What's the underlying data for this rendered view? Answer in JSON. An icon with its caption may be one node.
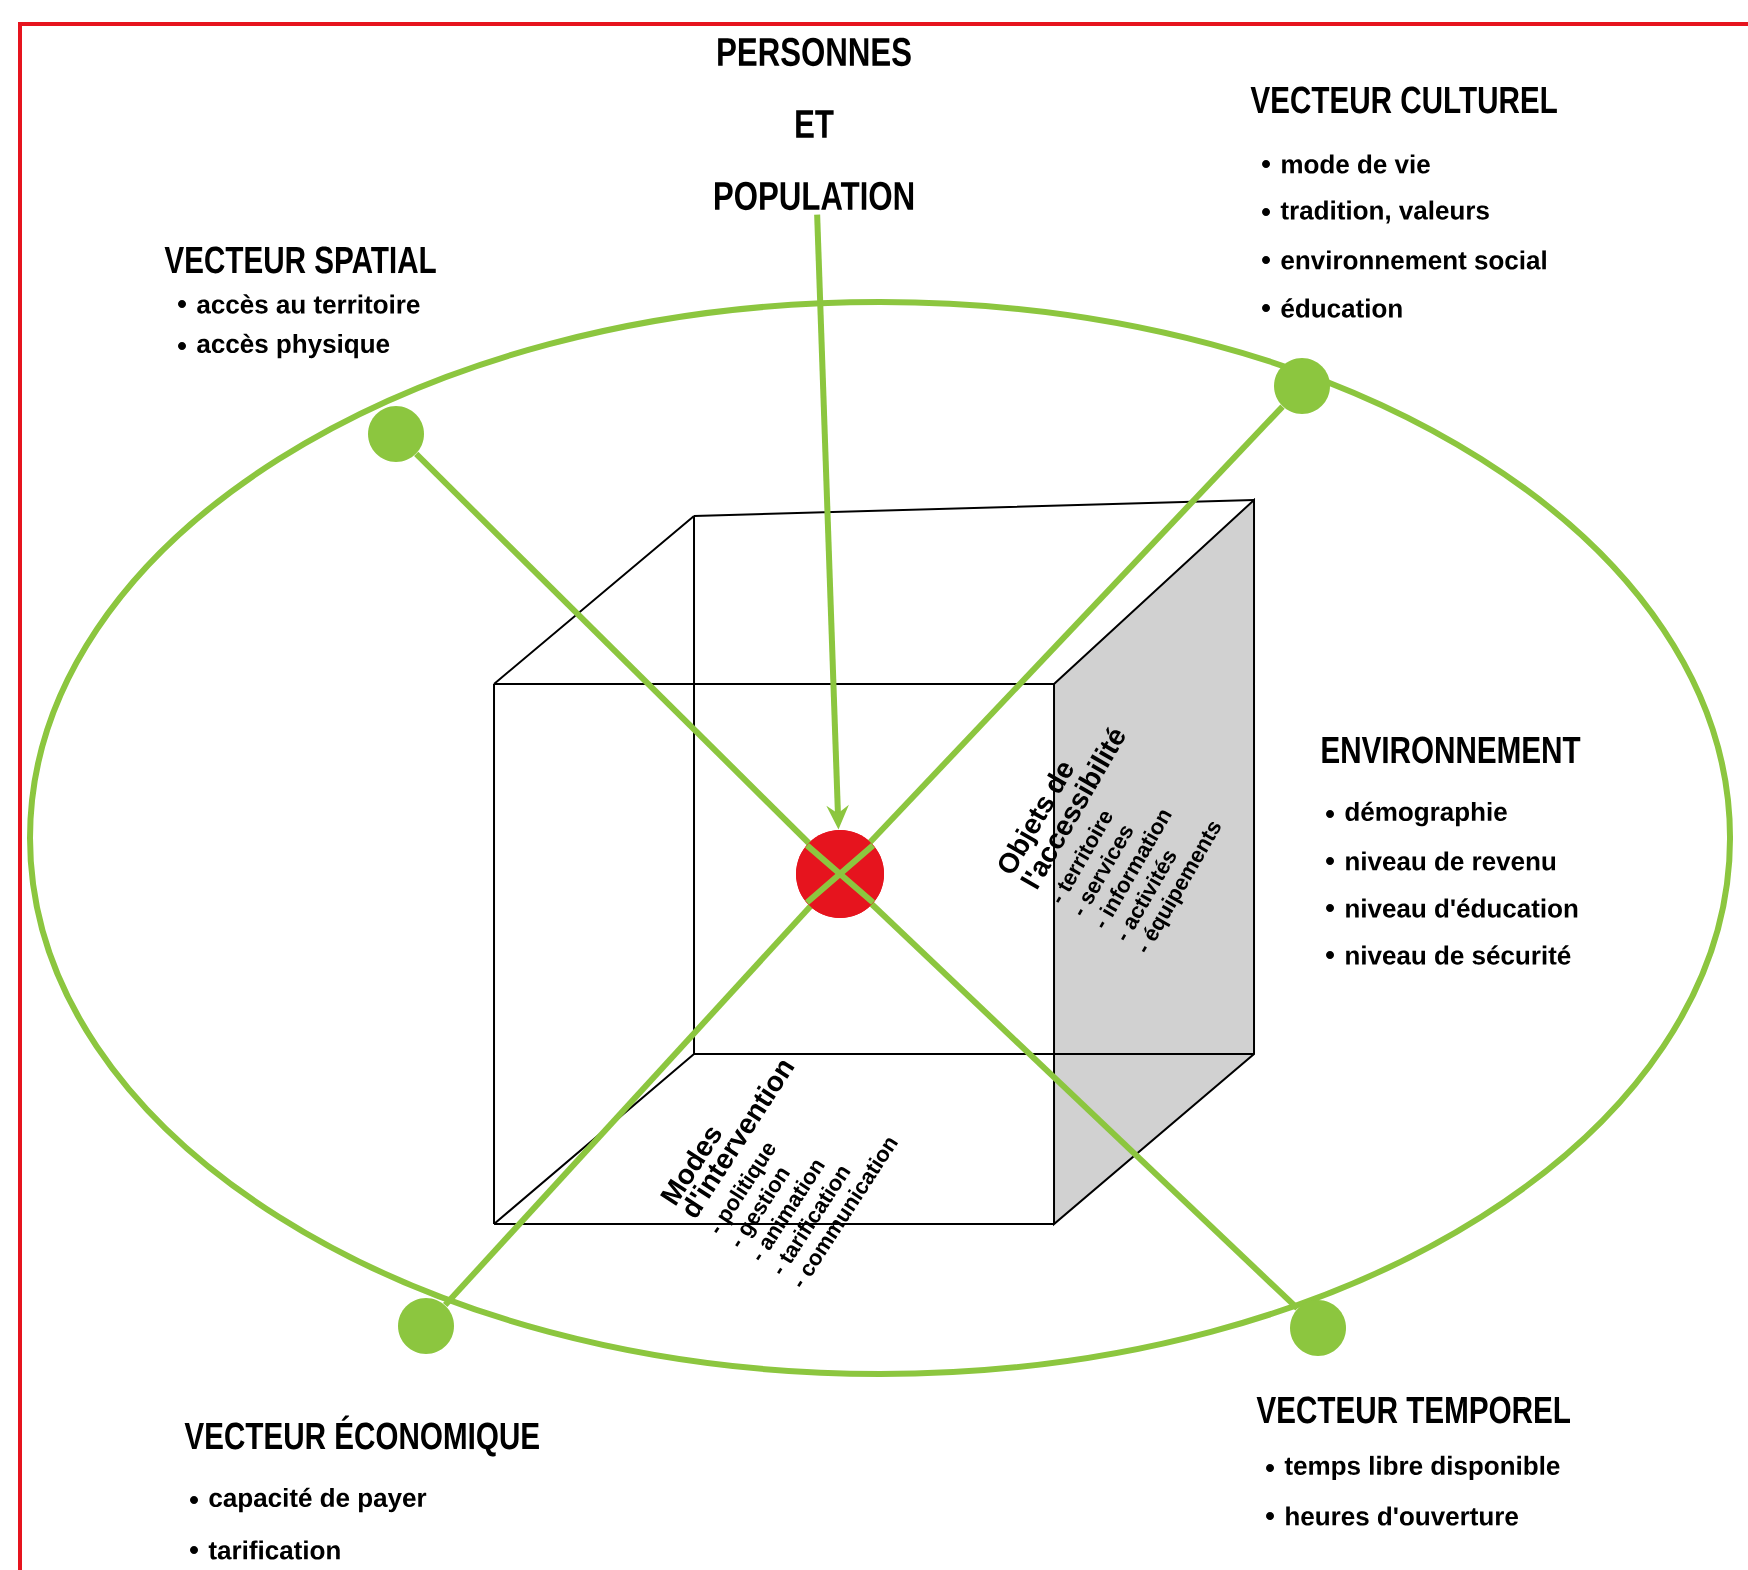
{
  "diagram": {
    "nodes": [
      {
        "text": [
          "PERSONNES ET POPULATION"
        ]
      },
      {
        "text": [],
        "shape": "circle",
        "beside": [
          "VECTEUR SPATIAL",
          "accès au territoire",
          "accès physique"
        ]
      },
      {
        "text": [],
        "shape": "circle",
        "beside": [
          "VECTEUR CULTUREL",
          "mode de vie",
          "tradition, valeurs",
          "environnement social",
          "éducation"
        ]
      },
      {
        "text": [],
        "shape": "circle"
      },
      {
        "text": [
          "Objets de l'accessibilité",
          "- territoire",
          "- services",
          "- information",
          "- activités",
          "- équipements"
        ]
      },
      {
        "text": [
          "Modes d'intervention",
          "- politique",
          "- gestion",
          "- animation",
          "- tarification",
          "- communication"
        ]
      },
      {
        "text": [],
        "shape": "circle",
        "beside": [
          "VECTEUR ÉCONOMIQUE",
          "capacité de payer",
          "tarification"
        ]
      },
      {
        "text": [],
        "shape": "circle",
        "beside": [
          "VECTEUR TEMPOREL",
          "temps libre disponible",
          "heures d'ouverture"
        ]
      }
    ],
    "edges": [
      {
        "from": 0,
        "to": 3,
        "arrow": "to"
      },
      {
        "from": 1,
        "to": 3,
        "arrow": "none"
      },
      {
        "from": 2,
        "to": 3,
        "arrow": "none"
      },
      {
        "from": 6,
        "to": 3,
        "arrow": "none"
      },
      {
        "from": 7,
        "to": 3,
        "arrow": "none"
      }
    ],
    "labels": [
      "ENVIRONNEMENT",
      "démographie",
      "niveau de revenu",
      "niveau d'éducation",
      "niveau de sécurité"
    ]
  }
}
